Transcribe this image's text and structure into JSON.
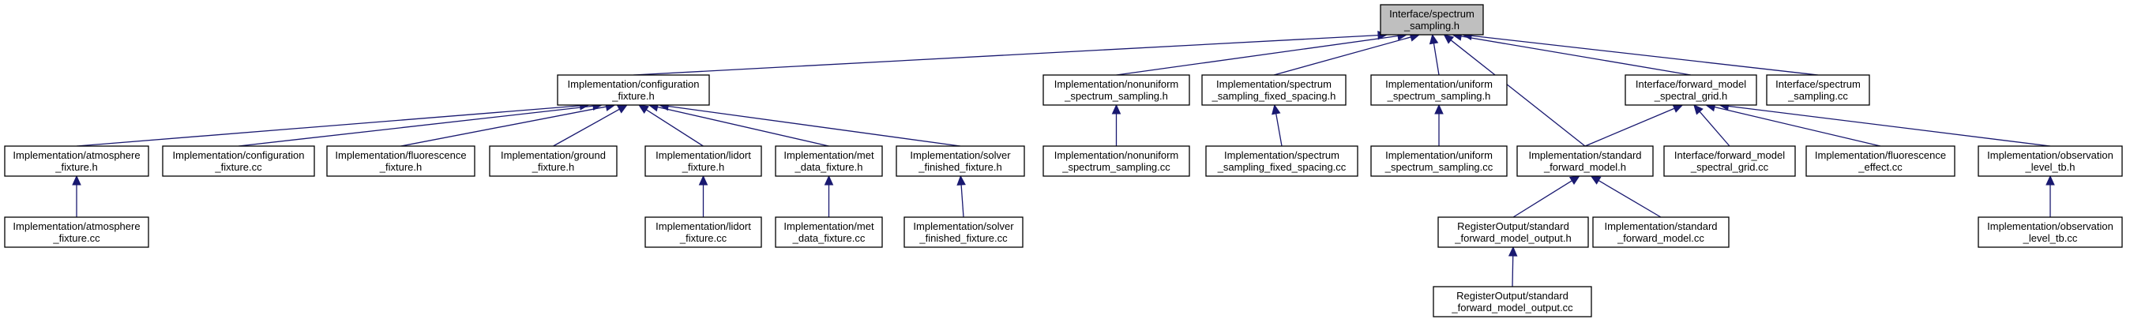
{
  "graph": {
    "nodes": [
      {
        "id": "root",
        "lines": [
          "Interface/spectrum",
          "_sampling.h"
        ],
        "highlight": true
      },
      {
        "id": "config_fixture_h",
        "lines": [
          "Implementation/configuration",
          "_fixture.h"
        ]
      },
      {
        "id": "nonuniform_h",
        "lines": [
          "Implementation/nonuniform",
          "_spectrum_sampling.h"
        ]
      },
      {
        "id": "fixed_spacing_h",
        "lines": [
          "Implementation/spectrum",
          "_sampling_fixed_spacing.h"
        ]
      },
      {
        "id": "uniform_h",
        "lines": [
          "Implementation/uniform",
          "_spectrum_sampling.h"
        ]
      },
      {
        "id": "fm_spectral_grid_h",
        "lines": [
          "Interface/forward_model",
          "_spectral_grid.h"
        ]
      },
      {
        "id": "spectrum_sampling_cc",
        "lines": [
          "Interface/spectrum",
          "_sampling.cc"
        ]
      },
      {
        "id": "atmosphere_fixture_h",
        "lines": [
          "Implementation/atmosphere",
          "_fixture.h"
        ]
      },
      {
        "id": "config_fixture_cc",
        "lines": [
          "Implementation/configuration",
          "_fixture.cc"
        ]
      },
      {
        "id": "fluorescence_fixture_h",
        "lines": [
          "Implementation/fluorescence",
          "_fixture.h"
        ]
      },
      {
        "id": "ground_fixture_h",
        "lines": [
          "Implementation/ground",
          "_fixture.h"
        ]
      },
      {
        "id": "lidort_fixture_h",
        "lines": [
          "Implementation/lidort",
          "_fixture.h"
        ]
      },
      {
        "id": "met_data_fixture_h",
        "lines": [
          "Implementation/met",
          "_data_fixture.h"
        ]
      },
      {
        "id": "solver_fixture_h",
        "lines": [
          "Implementation/solver",
          "_finished_fixture.h"
        ]
      },
      {
        "id": "nonuniform_cc",
        "lines": [
          "Implementation/nonuniform",
          "_spectrum_sampling.cc"
        ]
      },
      {
        "id": "fixed_spacing_cc",
        "lines": [
          "Implementation/spectrum",
          "_sampling_fixed_spacing.cc"
        ]
      },
      {
        "id": "uniform_cc",
        "lines": [
          "Implementation/uniform",
          "_spectrum_sampling.cc"
        ]
      },
      {
        "id": "std_fm_h",
        "lines": [
          "Implementation/standard",
          "_forward_model.h"
        ]
      },
      {
        "id": "fm_spectral_grid_cc",
        "lines": [
          "Interface/forward_model",
          "_spectral_grid.cc"
        ]
      },
      {
        "id": "fluorescence_effect_cc",
        "lines": [
          "Implementation/fluorescence",
          "_effect.cc"
        ]
      },
      {
        "id": "obs_level_tb_h",
        "lines": [
          "Implementation/observation",
          "_level_tb.h"
        ]
      },
      {
        "id": "atmosphere_fixture_cc",
        "lines": [
          "Implementation/atmosphere",
          "_fixture.cc"
        ]
      },
      {
        "id": "lidort_fixture_cc",
        "lines": [
          "Implementation/lidort",
          "_fixture.cc"
        ]
      },
      {
        "id": "met_data_fixture_cc",
        "lines": [
          "Implementation/met",
          "_data_fixture.cc"
        ]
      },
      {
        "id": "solver_fixture_cc",
        "lines": [
          "Implementation/solver",
          "_finished_fixture.cc"
        ]
      },
      {
        "id": "reg_std_fm_output_h",
        "lines": [
          "RegisterOutput/standard",
          "_forward_model_output.h"
        ]
      },
      {
        "id": "std_fm_cc",
        "lines": [
          "Implementation/standard",
          "_forward_model.cc"
        ]
      },
      {
        "id": "obs_level_tb_cc",
        "lines": [
          "Implementation/observation",
          "_level_tb.cc"
        ]
      },
      {
        "id": "reg_std_fm_output_cc",
        "lines": [
          "RegisterOutput/standard",
          "_forward_model_output.cc"
        ]
      }
    ],
    "edges": [
      [
        "config_fixture_h",
        "root"
      ],
      [
        "nonuniform_h",
        "root"
      ],
      [
        "fixed_spacing_h",
        "root"
      ],
      [
        "uniform_h",
        "root"
      ],
      [
        "fm_spectral_grid_h",
        "root"
      ],
      [
        "spectrum_sampling_cc",
        "root"
      ],
      [
        "std_fm_h",
        "root"
      ],
      [
        "atmosphere_fixture_h",
        "config_fixture_h"
      ],
      [
        "config_fixture_cc",
        "config_fixture_h"
      ],
      [
        "fluorescence_fixture_h",
        "config_fixture_h"
      ],
      [
        "ground_fixture_h",
        "config_fixture_h"
      ],
      [
        "lidort_fixture_h",
        "config_fixture_h"
      ],
      [
        "met_data_fixture_h",
        "config_fixture_h"
      ],
      [
        "solver_fixture_h",
        "config_fixture_h"
      ],
      [
        "nonuniform_cc",
        "nonuniform_h"
      ],
      [
        "fixed_spacing_cc",
        "fixed_spacing_h"
      ],
      [
        "uniform_cc",
        "uniform_h"
      ],
      [
        "std_fm_h",
        "fm_spectral_grid_h"
      ],
      [
        "fm_spectral_grid_cc",
        "fm_spectral_grid_h"
      ],
      [
        "fluorescence_effect_cc",
        "fm_spectral_grid_h"
      ],
      [
        "obs_level_tb_h",
        "fm_spectral_grid_h"
      ],
      [
        "atmosphere_fixture_cc",
        "atmosphere_fixture_h"
      ],
      [
        "lidort_fixture_cc",
        "lidort_fixture_h"
      ],
      [
        "met_data_fixture_cc",
        "met_data_fixture_h"
      ],
      [
        "solver_fixture_cc",
        "solver_fixture_h"
      ],
      [
        "reg_std_fm_output_h",
        "std_fm_h"
      ],
      [
        "std_fm_cc",
        "std_fm_h"
      ],
      [
        "obs_level_tb_cc",
        "obs_level_tb_h"
      ],
      [
        "reg_std_fm_output_cc",
        "reg_std_fm_output_h"
      ]
    ],
    "colors": {
      "edge": "#191970",
      "node_border": "#000000",
      "node_fill": "#ffffff",
      "root_fill": "#bfbfbf"
    }
  }
}
